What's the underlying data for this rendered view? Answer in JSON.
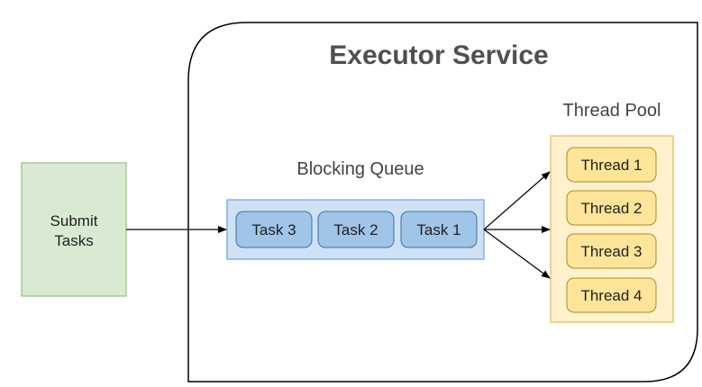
{
  "executor_service": {
    "title": "Executor Service"
  },
  "submit_tasks": {
    "line1": "Submit",
    "line2": "Tasks"
  },
  "blocking_queue": {
    "label": "Blocking Queue",
    "tasks": [
      "Task 3",
      "Task 2",
      "Task 1"
    ]
  },
  "thread_pool": {
    "label": "Thread Pool",
    "threads": [
      "Thread 1",
      "Thread 2",
      "Thread 3",
      "Thread 4"
    ]
  },
  "colors": {
    "submit_fill": "#d9ead3",
    "submit_stroke": "#93c47d",
    "queue_fill": "#cfe2f3",
    "queue_stroke": "#6d9eeb",
    "task_fill": "#9fc5e8",
    "pool_fill": "#fff2cc",
    "pool_stroke": "#e6b84a",
    "thread_fill": "#ffe599",
    "arrow": "#000000",
    "service_stroke": "#000000"
  }
}
